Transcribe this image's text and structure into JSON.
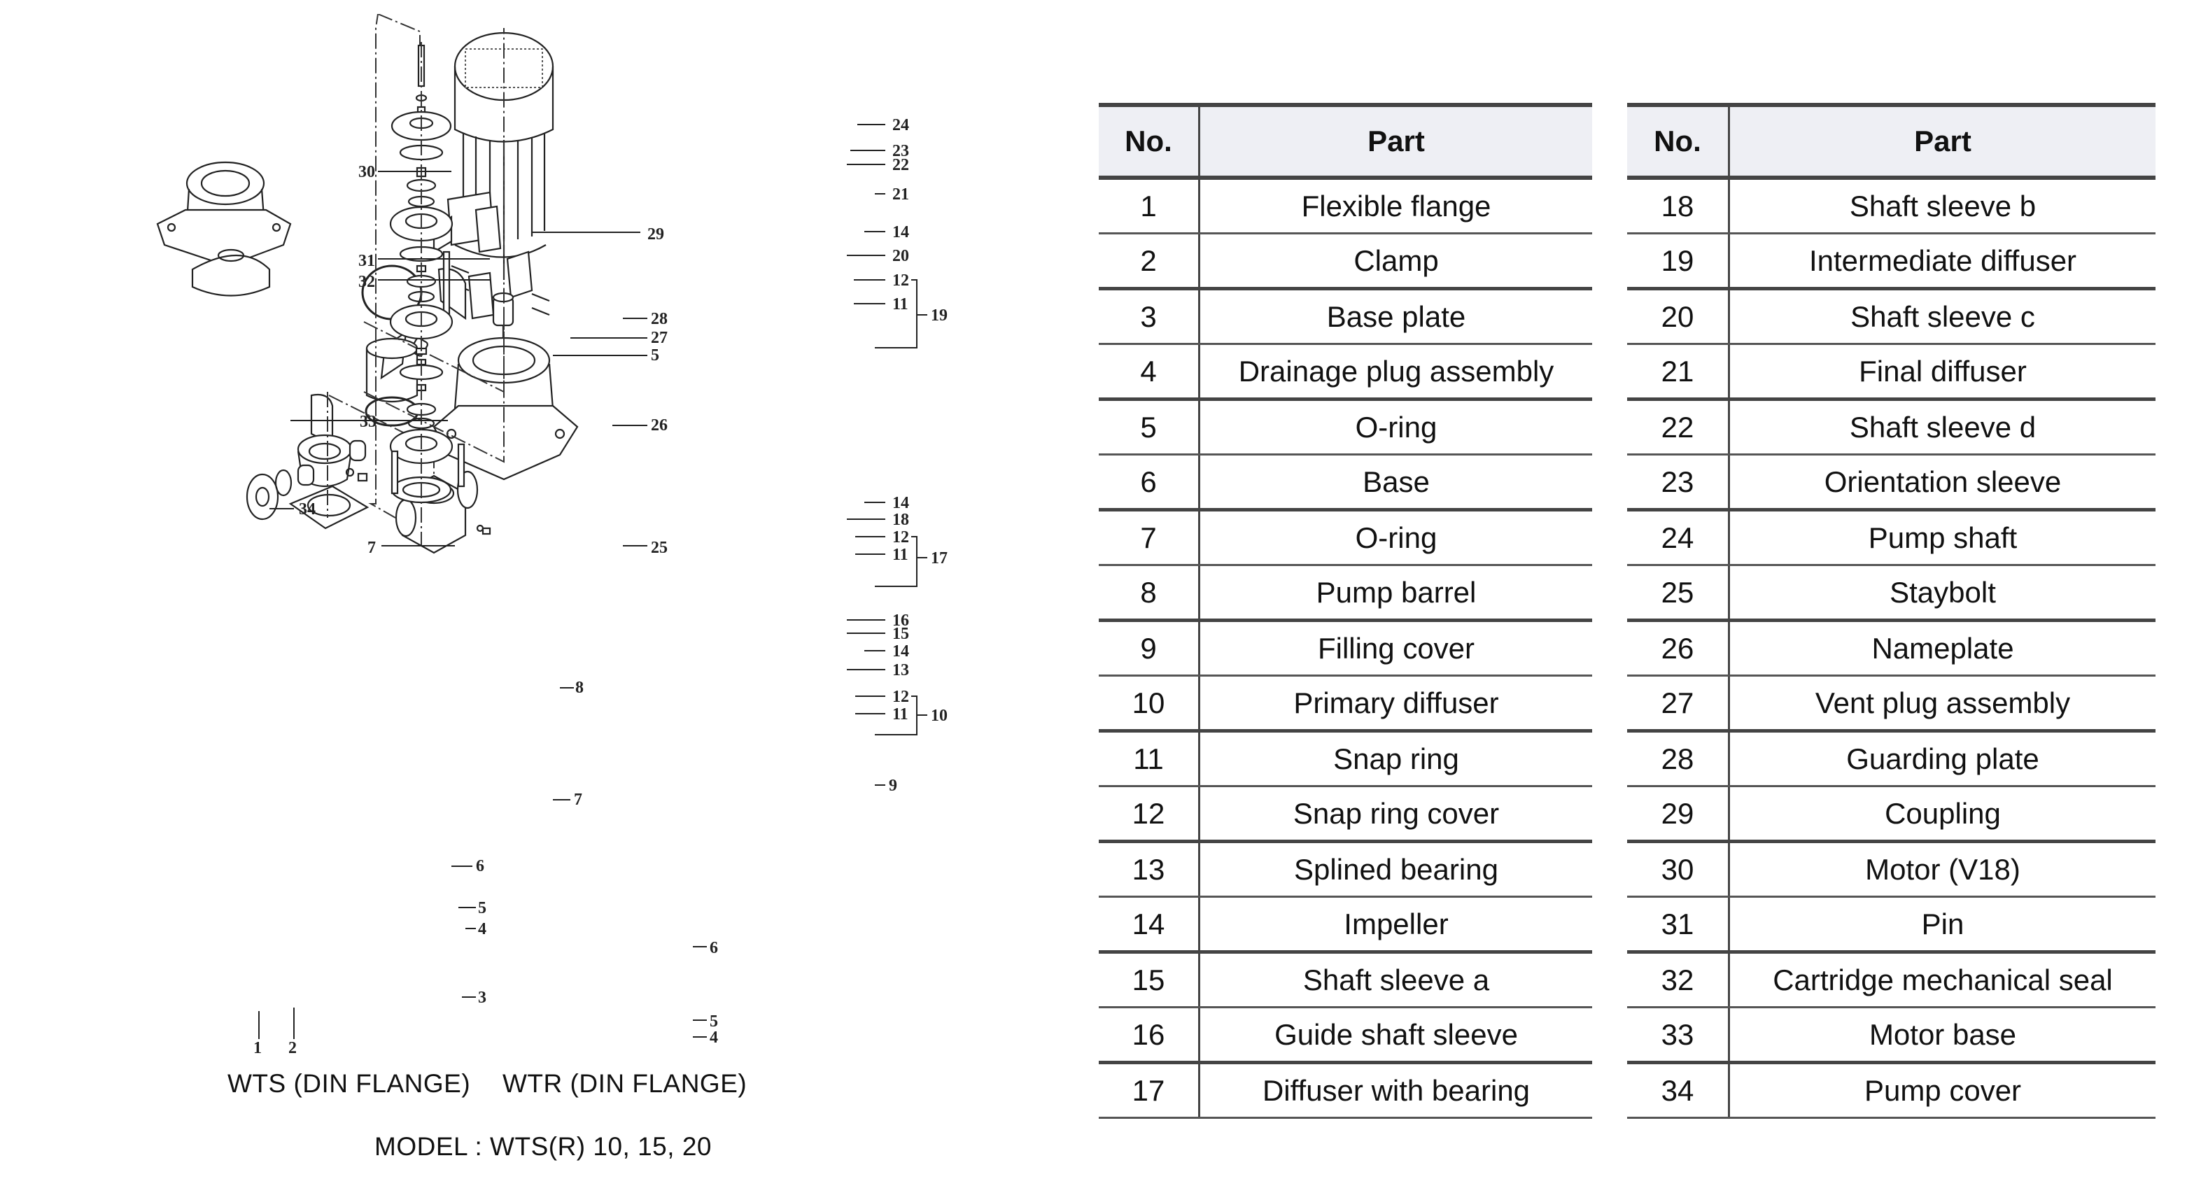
{
  "diagram": {
    "title": "Exploded parts diagram of vertical multistage pump",
    "variant_labels": {
      "wts": "WTS (DIN FLANGE)",
      "wtr": "WTR (DIN FLANGE)"
    },
    "model_label": "MODEL : WTS(R) 10, 15, 20",
    "callouts": {
      "c30": "30",
      "c29": "29",
      "c31": "31",
      "c32": "32",
      "c28": "28",
      "c27": "27",
      "c5a": "5",
      "c33": "33",
      "c26": "26",
      "c34": "34",
      "c7a": "7",
      "c25": "25",
      "c8": "8",
      "c7b": "7",
      "c6a": "6",
      "c5b": "5",
      "c4a": "4",
      "c3": "3",
      "c1": "1",
      "c2": "2",
      "c6b": "6",
      "c5c": "5",
      "c4b": "4",
      "c24": "24",
      "c23": "23",
      "c22": "22",
      "c21": "21",
      "c14a": "14",
      "c20": "20",
      "c12a": "12",
      "c11a": "11",
      "c19": "19",
      "c14b": "14",
      "c18": "18",
      "c12b": "12",
      "c11b": "11",
      "c17": "17",
      "c16": "16",
      "c15": "15",
      "c14c": "14",
      "c13": "13",
      "c12c": "12",
      "c11c": "11",
      "c10": "10",
      "c9": "9"
    }
  },
  "tables": {
    "headers": {
      "no": "No.",
      "part": "Part"
    },
    "left": [
      {
        "no": "1",
        "part": "Flexible flange"
      },
      {
        "no": "2",
        "part": "Clamp"
      },
      {
        "no": "3",
        "part": "Base plate"
      },
      {
        "no": "4",
        "part": "Drainage plug assembly"
      },
      {
        "no": "5",
        "part": "O-ring"
      },
      {
        "no": "6",
        "part": "Base"
      },
      {
        "no": "7",
        "part": "O-ring"
      },
      {
        "no": "8",
        "part": "Pump barrel"
      },
      {
        "no": "9",
        "part": "Filling cover"
      },
      {
        "no": "10",
        "part": "Primary diffuser"
      },
      {
        "no": "11",
        "part": "Snap ring"
      },
      {
        "no": "12",
        "part": "Snap ring cover"
      },
      {
        "no": "13",
        "part": "Splined bearing"
      },
      {
        "no": "14",
        "part": "Impeller"
      },
      {
        "no": "15",
        "part": "Shaft sleeve a"
      },
      {
        "no": "16",
        "part": "Guide shaft sleeve"
      },
      {
        "no": "17",
        "part": "Diffuser with bearing"
      }
    ],
    "right": [
      {
        "no": "18",
        "part": "Shaft sleeve b"
      },
      {
        "no": "19",
        "part": "Intermediate diffuser"
      },
      {
        "no": "20",
        "part": "Shaft sleeve c"
      },
      {
        "no": "21",
        "part": "Final diffuser"
      },
      {
        "no": "22",
        "part": "Shaft sleeve d"
      },
      {
        "no": "23",
        "part": "Orientation sleeve"
      },
      {
        "no": "24",
        "part": "Pump shaft"
      },
      {
        "no": "25",
        "part": "Staybolt"
      },
      {
        "no": "26",
        "part": "Nameplate"
      },
      {
        "no": "27",
        "part": "Vent plug assembly"
      },
      {
        "no": "28",
        "part": "Guarding plate"
      },
      {
        "no": "29",
        "part": "Coupling"
      },
      {
        "no": "30",
        "part": "Motor (V18)"
      },
      {
        "no": "31",
        "part": "Pin"
      },
      {
        "no": "32",
        "part": "Cartridge mechanical seal"
      },
      {
        "no": "33",
        "part": "Motor base"
      },
      {
        "no": "34",
        "part": "Pump cover"
      }
    ]
  }
}
